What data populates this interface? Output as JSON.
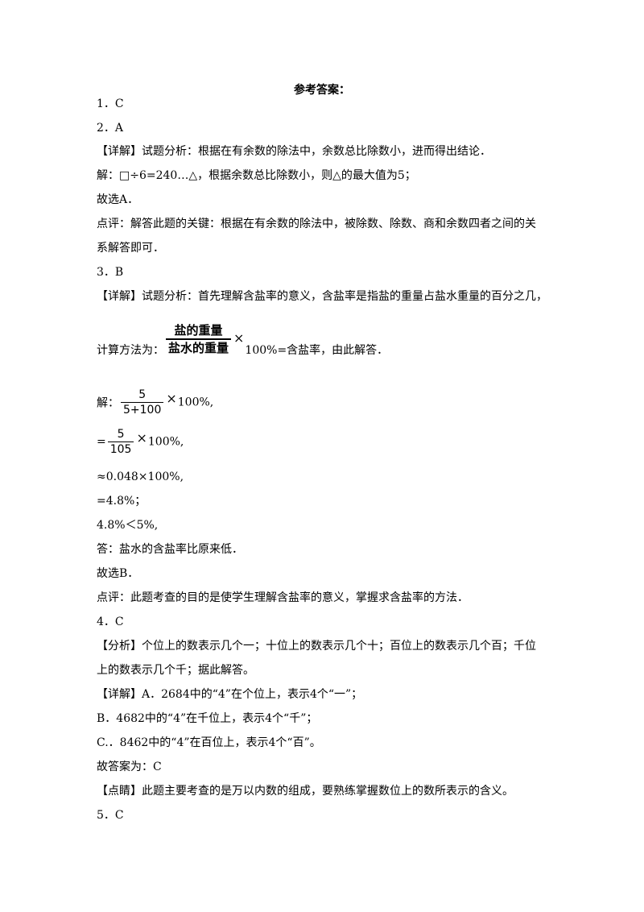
{
  "title": "参考答案：",
  "lines": {
    "l1": "1．C",
    "l2": "2．A",
    "l3": "【详解】试题分析：根据在有余数的除法中，余数总比除数小，进而得出结论．",
    "l4": "解：□÷6=240…△，根据余数总比除数小，则△的最大值为5；",
    "l5": "故选A．",
    "l6": "点评：解答此题的关键：根据在有余数的除法中，被除数、除数、商和余数四者之间的关",
    "l7": "系解答即可．",
    "l8": "3．B",
    "l9": "【详解】试题分析：首先理解含盐率的意义，含盐率是指盐的重量占盐水重量的百分之几，",
    "l12": "≈0.048×100%,",
    "l13": "=4.8%；",
    "l14": "4.8%＜5%,",
    "l15": "答：盐水的含盐率比原来低．",
    "l16": "故选B．",
    "l17": "点评：此题考查的目的是使学生理解含盐率的意义，掌握求含盐率的方法．",
    "l18": "4．C",
    "l19": "【分析】个位上的数表示几个一；十位上的数表示几个十；百位上的数表示几个百；千位",
    "l20": "上的数表示几个千；据此解答。",
    "l21": "【详解】A．2684中的“4”在个位上，表示4个“一”；",
    "l22": "B．4682中的“4”在千位上，表示4个“千”；",
    "l23": "C.．8462中的“4”在百位上，表示4个“百”。",
    "l24": "故答案为：C",
    "l25": "【点睛】此题主要考查的是万以内数的组成，要熟练掌握数位上的数所表示的含义。",
    "l26": "5．C"
  },
  "formula1": {
    "prefix": "计算方法为：",
    "numerator": "盐的重量",
    "denominator": "盐水的重量",
    "times": "×",
    "suffix": "100%=含盐率，由此解答．"
  },
  "formula2": {
    "prefix": "解：",
    "numerator": "5",
    "denominator": "5+100",
    "times": "×",
    "suffix": "100%,"
  },
  "formula3": {
    "prefix": "=",
    "numerator": "5",
    "denominator": "105",
    "times": "×",
    "suffix": "100%,"
  }
}
